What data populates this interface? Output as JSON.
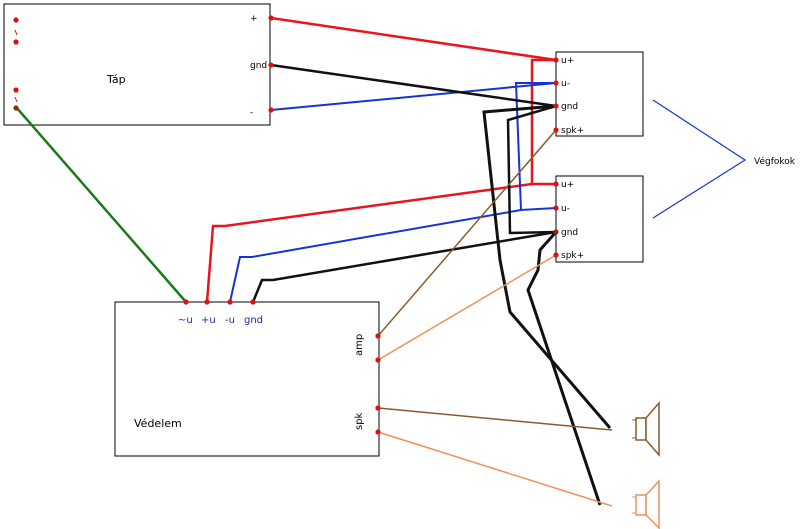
{
  "blocks": {
    "tap": {
      "label": "Táp",
      "pins": {
        "plus": "+",
        "gnd": "gnd",
        "minus": "-"
      }
    },
    "vedelem": {
      "label": "Védelem",
      "top_pins": [
        "~u",
        "+u",
        "-u",
        "gnd"
      ],
      "side_labels": {
        "amp": "amp",
        "spk": "spk"
      }
    },
    "amp1": {
      "pins": [
        "u+",
        "u-",
        "gnd",
        "spk+"
      ]
    },
    "amp2": {
      "pins": [
        "u+",
        "u-",
        "gnd",
        "spk+"
      ]
    }
  },
  "group_label": "Végfokok",
  "colors": {
    "red": "#e8141e",
    "black": "#111111",
    "blue": "#1533d6",
    "green": "#1c7a1c",
    "brown": "#8b5a2b",
    "orange": "#f0905a",
    "label_blue": "#1f1fb0"
  }
}
